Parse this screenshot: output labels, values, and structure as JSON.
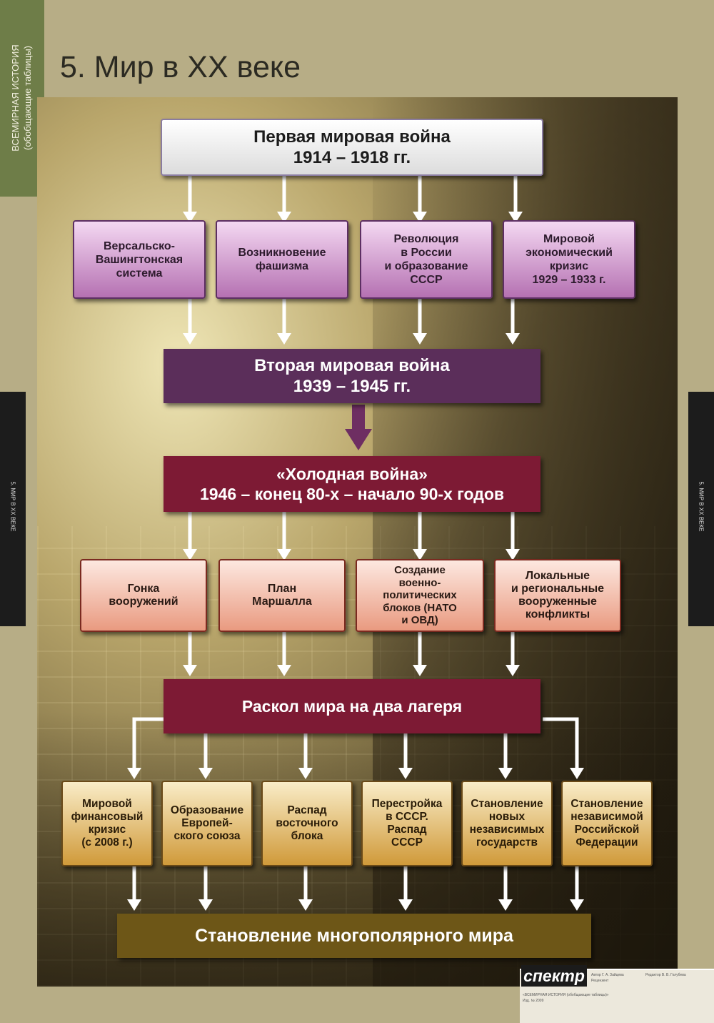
{
  "sidebar": {
    "line1": "ВСЕМИРНАЯ ИСТОРИЯ",
    "line2": "(обобщающие таблицы)"
  },
  "side_tab_text": "5. МИР В XX ВЕКЕ",
  "title": "5. Мир в XX веке",
  "diagram": {
    "ww1": {
      "line1": "Первая мировая война",
      "line2": "1914 – 1918 гг."
    },
    "ww1_effects": [
      {
        "lines": [
          "Версальско-",
          "Вашингтонская",
          "система"
        ]
      },
      {
        "lines": [
          "Возникновение",
          "фашизма"
        ]
      },
      {
        "lines": [
          "Революция",
          "в России",
          "и образование",
          "СССР"
        ]
      },
      {
        "lines": [
          "Мировой",
          "экономический",
          "кризис",
          "1929 – 1933 г."
        ]
      }
    ],
    "ww2": {
      "line1": "Вторая мировая война",
      "line2": "1939 – 1945 гг."
    },
    "cold_war": {
      "line1": "«Холодная война»",
      "line2": "1946 – конец 80-х – начало 90-х годов"
    },
    "cold_war_features": [
      {
        "lines": [
          "Гонка",
          "вооружений"
        ]
      },
      {
        "lines": [
          "План",
          "Маршалла"
        ]
      },
      {
        "lines": [
          "Создание",
          "военно-",
          "политических",
          "блоков (НАТО",
          "и ОВД)"
        ]
      },
      {
        "lines": [
          "Локальные",
          "и региональные",
          "вооруженные",
          "конфликты"
        ]
      }
    ],
    "split": {
      "label": "Раскол мира на два лагеря"
    },
    "after_split": [
      {
        "lines": [
          "Мировой",
          "финансовый",
          "кризис",
          "(с 2008 г.)"
        ]
      },
      {
        "lines": [
          "Образование",
          "Европей-",
          "ского союза"
        ]
      },
      {
        "lines": [
          "Распад",
          "восточного",
          "блока"
        ]
      },
      {
        "lines": [
          "Перестройка",
          "в СССР.",
          "Распад",
          "СССР"
        ]
      },
      {
        "lines": [
          "Становление",
          "новых",
          "независимых",
          "государств"
        ]
      },
      {
        "lines": [
          "Становление",
          "независимой",
          "Российской",
          "Федерации"
        ]
      }
    ],
    "multipolar": {
      "label": "Становление многополярного мира"
    }
  },
  "footer": {
    "logo": "спектр",
    "notes": [
      "Автор Г. А. Зайцева",
      "Редактор В. В. Голубева",
      "Рецензент",
      "«ВСЕМИРНАЯ ИСТОРИЯ (обобщающие таблицы)»",
      "Изд. № 2009"
    ]
  },
  "colors": {
    "violet_box": "#b571b2",
    "plum_box": "#5b2e5a",
    "crimson_box": "#7d1a34",
    "salmon_box": "#e99a80",
    "gold_box": "#d09a3a",
    "olive_box": "#6d5617"
  }
}
